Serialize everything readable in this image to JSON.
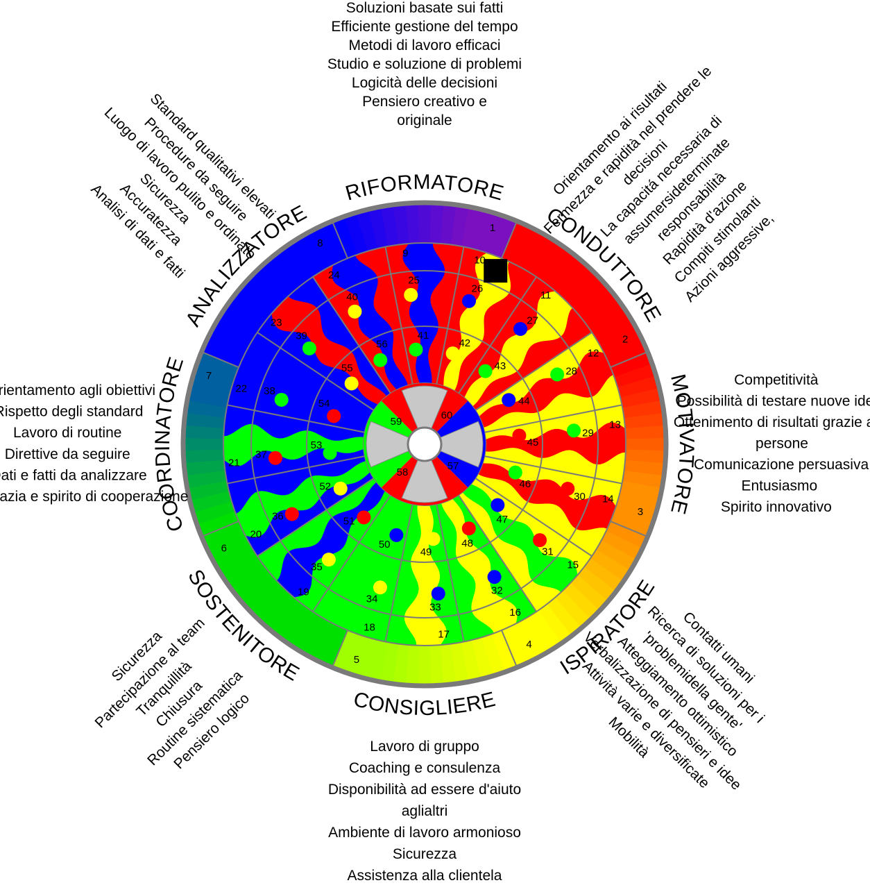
{
  "segments": [
    {
      "name": "RIFORMATORE",
      "base": "#c01060",
      "traits": [
        "Soluzioni basate sui fatti",
        "Efficiente gestione del tempo",
        "Metodi di lavoro efficaci",
        "Studio e soluzione di problemi",
        "Logicità delle decisioni",
        "Pensiero creativo e",
        "originale"
      ]
    },
    {
      "name": "CONDUTTORE",
      "base": "#ff0000",
      "traits": [
        "Orientamento ai risultati",
        "Fermezza e rapidità nel prendere le",
        "decisioni",
        "La capacitá necessaria di",
        "assumersideterminate",
        "responsabilità",
        "Rapidità d'azione",
        "Compiti stimolanti",
        "Azioni aggressive,"
      ]
    },
    {
      "name": "MOTIVATORE",
      "base": "#ff8000",
      "traits": [
        "Competitività",
        "Possibilità di testare nuove idee",
        "Ottenimento di risultati grazie alle",
        "persone",
        "Comunicazione persuasiva",
        "Entusiasmo",
        "Spirito innovativo"
      ]
    },
    {
      "name": "ISPIRATORE",
      "base": "#ffff00",
      "traits": [
        "Contatti umani",
        "Ricerca di soluzioni per i",
        "'problemidella gente'",
        "Atteggiamento ottimistico",
        "Verbalizzazione di pensieri e idee",
        "Attività varie e diversificate",
        "Mobilità"
      ]
    },
    {
      "name": "CONSIGLIERE",
      "base": "#80ff00",
      "traits": [
        "Lavoro di gruppo",
        "Coaching e consulenza",
        "Disponibilità ad essere d'aiuto",
        "aglialtri",
        "Ambiente di lavoro armonioso",
        "Sicurezza",
        "Assistenza alla clientela"
      ]
    },
    {
      "name": "SOSTENITORE",
      "base": "#00ff00",
      "traits": [
        "Pensiero logico",
        "Routine sistematica",
        "Chiusura",
        "Tranquillità",
        "Partecipazione al team",
        "Sicurezza"
      ]
    },
    {
      "name": "COORDINATORE",
      "base": "#008080",
      "traits": [
        "Diplomazia e spirito di cooperazione",
        "Dati e fatti da analizzare",
        "Direttive da seguire",
        "Lavoro di routine",
        "Rispetto degli standard",
        "Orientamento agli obiettivi"
      ]
    },
    {
      "name": "ANALIZZATORE",
      "base": "#0000ff",
      "traits": [
        "Analisi di dati e fatti",
        "Accuratezza",
        "Sicurezza",
        "Luogo di lavoro pulito e ordinato",
        "Procedure da seguire",
        "Standard qualitativi elevati"
      ]
    }
  ],
  "rim_numbers": [
    "1",
    "2",
    "3",
    "4",
    "5",
    "6",
    "7",
    "8"
  ],
  "ring2_numbers": [
    "10",
    "11",
    "12",
    "13",
    "14",
    "15",
    "16",
    "17",
    "18",
    "19",
    "20",
    "21",
    "22",
    "23",
    "24",
    "9"
  ],
  "ring3_numbers": [
    "26",
    "27",
    "28",
    "29",
    "30",
    "31",
    "32",
    "33",
    "34",
    "35",
    "36",
    "37",
    "38",
    "39",
    "40",
    "25"
  ],
  "ring4_numbers": [
    "42",
    "43",
    "44",
    "45",
    "46",
    "47",
    "48",
    "49",
    "50",
    "51",
    "52",
    "53",
    "54",
    "55",
    "56",
    "41"
  ],
  "ring5_numbers": [
    "57",
    "58",
    "59",
    "60"
  ],
  "colors": {
    "red": "#ff0000",
    "yellow": "#ffff00",
    "green": "#00ff00",
    "blue": "#0000ff",
    "grey": "#c8c8c8",
    "ring": "#7a7a7a"
  },
  "sector_colors": [
    "red",
    "red",
    "red",
    "yellow",
    "yellow",
    "yellow",
    "yellow",
    "green",
    "green",
    "green",
    "green",
    "blue",
    "blue",
    "blue",
    "blue",
    "red"
  ],
  "wave_colors": [
    "blue",
    "yellow",
    "yellow",
    "red",
    "red",
    "red",
    "green",
    "yellow",
    "yellow",
    "green",
    "blue",
    "green",
    "green",
    "blue",
    "red",
    "blue"
  ],
  "dots": [
    {
      "sector": 0,
      "ring": 3,
      "color": "yellow"
    },
    {
      "sector": 0,
      "ring": 4,
      "color": "green"
    },
    {
      "sector": 1,
      "ring": 3,
      "color": "blue"
    },
    {
      "sector": 1,
      "ring": 4,
      "color": "yellow"
    },
    {
      "sector": 2,
      "ring": 3,
      "color": "blue"
    },
    {
      "sector": 2,
      "ring": 4,
      "color": "green"
    },
    {
      "sector": 3,
      "ring": 3,
      "color": "green"
    },
    {
      "sector": 3,
      "ring": 4,
      "color": "blue"
    },
    {
      "sector": 4,
      "ring": 3,
      "color": "green"
    },
    {
      "sector": 4,
      "ring": 4,
      "color": "red"
    },
    {
      "sector": 5,
      "ring": 3,
      "color": "red"
    },
    {
      "sector": 5,
      "ring": 4,
      "color": "green"
    },
    {
      "sector": 6,
      "ring": 3,
      "color": "red"
    },
    {
      "sector": 6,
      "ring": 4,
      "color": "blue"
    },
    {
      "sector": 7,
      "ring": 3,
      "color": "blue"
    },
    {
      "sector": 7,
      "ring": 4,
      "color": "red"
    },
    {
      "sector": 8,
      "ring": 3,
      "color": "blue"
    },
    {
      "sector": 8,
      "ring": 4,
      "color": "yellow"
    },
    {
      "sector": 9,
      "ring": 3,
      "color": "yellow"
    },
    {
      "sector": 9,
      "ring": 4,
      "color": "blue"
    },
    {
      "sector": 10,
      "ring": 3,
      "color": "yellow"
    },
    {
      "sector": 10,
      "ring": 4,
      "color": "red"
    },
    {
      "sector": 11,
      "ring": 3,
      "color": "red"
    },
    {
      "sector": 11,
      "ring": 4,
      "color": "yellow"
    },
    {
      "sector": 12,
      "ring": 3,
      "color": "red"
    },
    {
      "sector": 12,
      "ring": 4,
      "color": "green"
    },
    {
      "sector": 13,
      "ring": 3,
      "color": "green"
    },
    {
      "sector": 13,
      "ring": 4,
      "color": "red"
    },
    {
      "sector": 14,
      "ring": 3,
      "color": "green"
    },
    {
      "sector": 14,
      "ring": 4,
      "color": "yellow"
    },
    {
      "sector": 15,
      "ring": 3,
      "color": "yellow"
    },
    {
      "sector": 15,
      "ring": 4,
      "color": "green"
    }
  ],
  "marker": {
    "sector": 1,
    "ring": 2,
    "color": "#000000"
  }
}
